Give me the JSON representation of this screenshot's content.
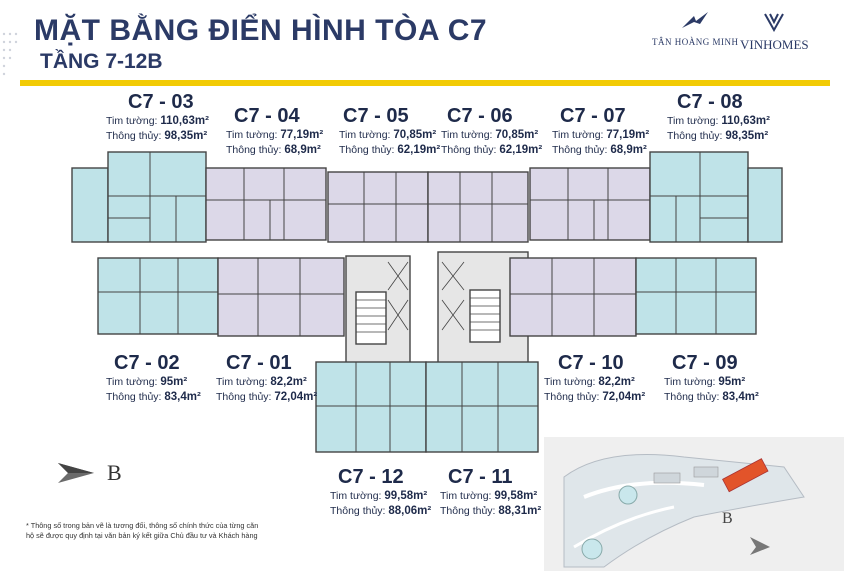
{
  "header": {
    "title": "MẶT BẰNG ĐIỂN HÌNH TÒA C7",
    "subtitle": "TẦNG 7-12B"
  },
  "brands": {
    "tan_hoang_minh": "TÂN HOÀNG MINH",
    "vinhomes": "VINHOMES"
  },
  "units": [
    {
      "code": "C7 - 03",
      "tim_label": "Tim tường:",
      "tim_value": "110,63m²",
      "thong_label": "Thông thủy:",
      "thong_value": "98,35m²"
    },
    {
      "code": "C7 - 04",
      "tim_label": "Tim tường:",
      "tim_value": "77,19m²",
      "thong_label": "Thông thủy:",
      "thong_value": "68,9m²"
    },
    {
      "code": "C7 - 05",
      "tim_label": "Tim tường:",
      "tim_value": "70,85m²",
      "thong_label": "Thông thủy:",
      "thong_value": "62,19m²"
    },
    {
      "code": "C7 - 06",
      "tim_label": "Tim tường:",
      "tim_value": "70,85m²",
      "thong_label": "Thông thủy:",
      "thong_value": "62,19m²"
    },
    {
      "code": "C7 - 07",
      "tim_label": "Tim tường:",
      "tim_value": "77,19m²",
      "thong_label": "Thông thủy:",
      "thong_value": "68,9m²"
    },
    {
      "code": "C7 - 08",
      "tim_label": "Tim tường:",
      "tim_value": "110,63m²",
      "thong_label": "Thông thủy:",
      "thong_value": "98,35m²"
    },
    {
      "code": "C7 - 02",
      "tim_label": "Tim tường:",
      "tim_value": "95m²",
      "thong_label": "Thông thủy:",
      "thong_value": "83,4m²"
    },
    {
      "code": "C7 - 01",
      "tim_label": "Tim tường:",
      "tim_value": "82,2m²",
      "thong_label": "Thông thủy:",
      "thong_value": "72,04m²"
    },
    {
      "code": "C7 - 10",
      "tim_label": "Tim tường:",
      "tim_value": "82,2m²",
      "thong_label": "Thông thủy:",
      "thong_value": "72,04m²"
    },
    {
      "code": "C7 - 09",
      "tim_label": "Tim tường:",
      "tim_value": "95m²",
      "thong_label": "Thông thủy:",
      "thong_value": "83,4m²"
    },
    {
      "code": "C7 - 12",
      "tim_label": "Tim tường:",
      "tim_value": "99,58m²",
      "thong_label": "Thông thủy:",
      "thong_value": "88,06m²"
    },
    {
      "code": "C7 - 11",
      "tim_label": "Tim tường:",
      "tim_value": "99,58m²",
      "thong_label": "Thông thủy:",
      "thong_value": "88,31m²"
    }
  ],
  "compass_label": "B",
  "siteplan_label": "B",
  "footnote": "* Thông số trong bản vẽ là tương đối, thông số chính thức của từng căn hộ sẽ được quy định tại văn bản ký kết giữa Chủ đầu tư và Khách hàng",
  "colors": {
    "title": "#2b3a66",
    "accent_rule": "#f2cb05",
    "unit_blue": "#bfe3e8",
    "unit_lavender": "#dcd8e8",
    "core_gray": "#e6e6e6"
  }
}
